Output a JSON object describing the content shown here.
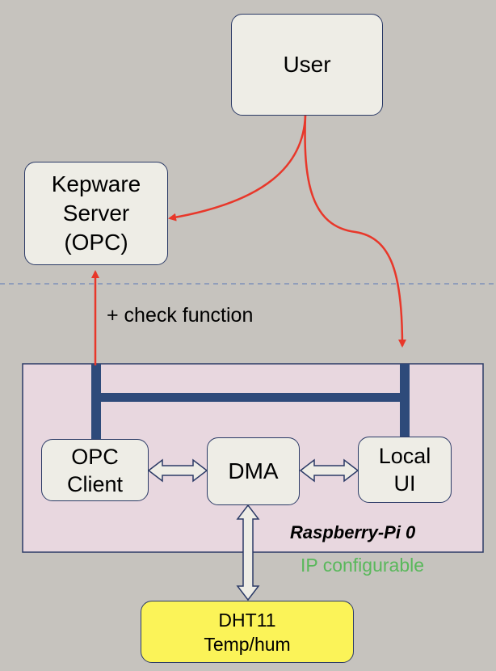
{
  "nodes": {
    "user": {
      "label": "User"
    },
    "kepware": {
      "lines": [
        "Kepware",
        "Server",
        "(OPC)"
      ]
    },
    "opc_client": {
      "lines": [
        "OPC",
        "Client"
      ]
    },
    "dma": {
      "label": "DMA"
    },
    "local_ui": {
      "lines": [
        "Local",
        "UI"
      ]
    },
    "dht11": {
      "lines": [
        "DHT11",
        "Temp/hum"
      ]
    }
  },
  "group": {
    "title": "Raspberry-Pi 0",
    "note": "IP configurable"
  },
  "edge_labels": {
    "check": "+ check function"
  },
  "edges": [
    {
      "from": "user",
      "to": "kepware",
      "style": "red-arrow"
    },
    {
      "from": "user",
      "to": "local_ui",
      "style": "red-arrow"
    },
    {
      "from": "opc_client",
      "to": "kepware",
      "style": "red-arrow"
    },
    {
      "from": "opc_client",
      "to": "local_ui",
      "style": "bus"
    },
    {
      "from": "opc_client",
      "to": "dma",
      "style": "double-arrow"
    },
    {
      "from": "dma",
      "to": "local_ui",
      "style": "double-arrow"
    },
    {
      "from": "dma",
      "to": "dht11",
      "style": "double-arrow"
    }
  ],
  "colors": {
    "background": "#c6c3be",
    "node_fill": "#eeede6",
    "node_border": "#2b3a66",
    "group_fill": "#e8d7df",
    "sensor_fill": "#fbf358",
    "arrow_red": "#e8372a",
    "bus_blue": "#2e4a7a",
    "divider": "#6f86b8",
    "note_green": "#59b85b"
  }
}
